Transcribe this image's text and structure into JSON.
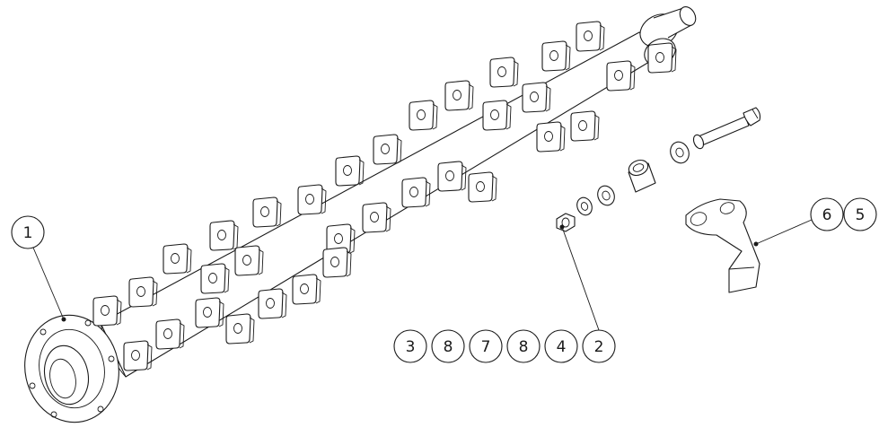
{
  "balloons": {
    "rotor": "1",
    "nut": "2",
    "flail_a": "6",
    "flail_b": "5",
    "row": [
      "3",
      "8",
      "7",
      "8",
      "4",
      "2"
    ]
  }
}
